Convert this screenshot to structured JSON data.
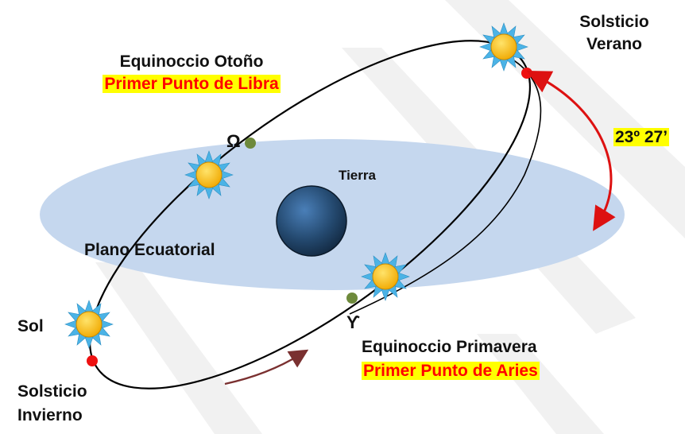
{
  "labels": {
    "equinox_autumn": "Equinoccio Otoño",
    "libra": "Primer Punto de Libra",
    "solstice_summer_line1": "Solsticio",
    "solstice_summer_line2": "Verano",
    "angle": "23º 27’",
    "earth": "Tierra",
    "equatorial_plane": "Plano Ecuatorial",
    "sun": "Sol",
    "equinox_spring": "Equinoccio Primavera",
    "aries": "Primer Punto de Aries",
    "solstice_winter_line1": "Solsticio",
    "solstice_winter_line2": "Invierno",
    "omega_symbol": "Ω",
    "aries_symbol": "ϒ"
  },
  "colors": {
    "equatorial_plane": "#c5d7ee",
    "earth": "#1e3f66",
    "sun_core": "#f5b400",
    "sun_rays": "#4bb3e6",
    "node": "#6e8a3c",
    "solstice_point": "#ee1111",
    "angle_arrow": "#dd1111",
    "motion_arrow": "#7a3030",
    "highlight": "#ffff00"
  }
}
